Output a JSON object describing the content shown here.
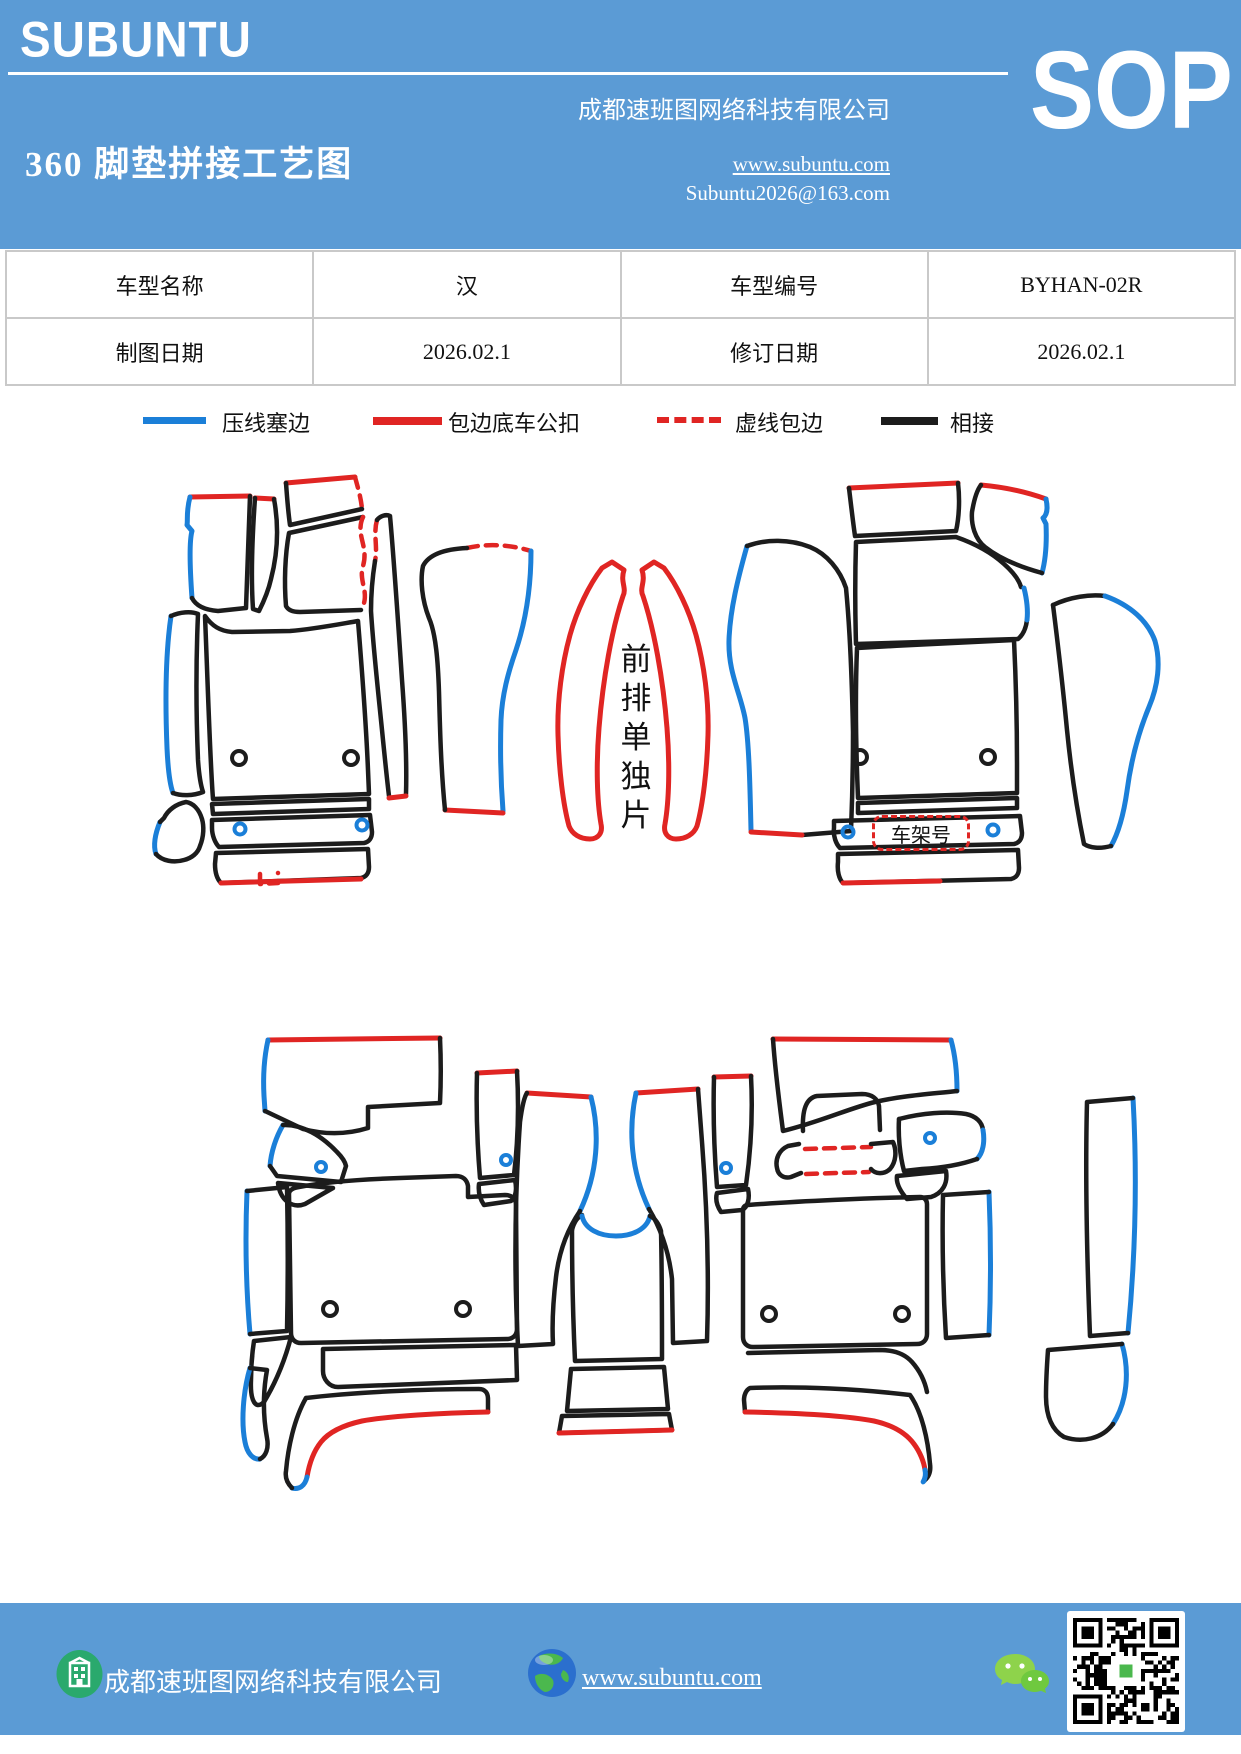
{
  "header": {
    "brand": "SUBUNTU",
    "company": "成都速班图网络科技有限公司",
    "sop": "SOP",
    "title": "360 脚垫拼接工艺图",
    "website": "www.subuntu.com",
    "email": "Subuntu2026@163.com"
  },
  "table": {
    "rows": [
      [
        "车型名称",
        "汉",
        "车型编号",
        "BYHAN-02R"
      ],
      [
        "制图日期",
        "2026.02.1",
        "修订日期",
        "2026.02.1"
      ]
    ]
  },
  "legend": {
    "items": [
      {
        "label": "压线塞边",
        "color": "#1b7fd8",
        "style": "solid"
      },
      {
        "label": "包边底车公扣",
        "color": "#e02523",
        "style": "solid"
      },
      {
        "label": "虚线包边",
        "color": "#e02523",
        "style": "dashed"
      },
      {
        "label": "相接",
        "color": "#1c1c1c",
        "style": "solid"
      }
    ]
  },
  "diagram": {
    "front_row_label": "前排单独片",
    "vin_label": "车架号"
  },
  "footer": {
    "company": "成都速班图网络科技有限公司",
    "website": "www.subuntu.com"
  },
  "icons": [
    "building-icon",
    "globe-icon",
    "wechat-icon",
    "qr-code"
  ],
  "colors": {
    "header_blue": "#5b9bd5",
    "line_blue": "#1b7fd8",
    "line_red": "#e02523",
    "line_black": "#1c1c1c"
  }
}
